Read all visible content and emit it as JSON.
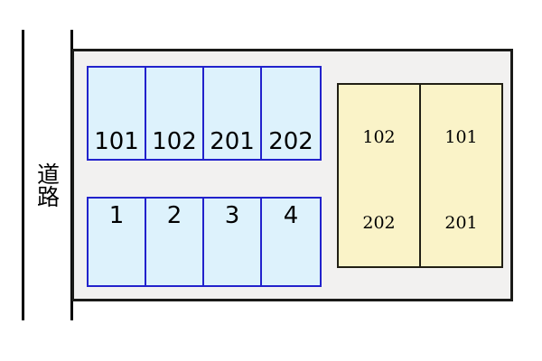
{
  "site": {
    "background_color": "#f2f1f0",
    "border_color": "#1a1a18"
  },
  "road": {
    "label": "道路",
    "line_color": "#000000"
  },
  "parking": {
    "stall_fill": "#ddf2fc",
    "stall_border": "#2222cc",
    "rows": [
      {
        "id": "upper-row",
        "label_position": "bottom",
        "stalls": [
          {
            "label": "101"
          },
          {
            "label": "102"
          },
          {
            "label": "201"
          },
          {
            "label": "202"
          }
        ]
      },
      {
        "id": "lower-row",
        "label_position": "top",
        "stalls": [
          {
            "label": "1"
          },
          {
            "label": "2"
          },
          {
            "label": "3"
          },
          {
            "label": "4"
          }
        ]
      }
    ]
  },
  "building": {
    "fill": "#faf3c8",
    "border": "#211f14",
    "columns": [
      {
        "upper": "102",
        "lower": "202"
      },
      {
        "upper": "101",
        "lower": "201"
      }
    ]
  }
}
